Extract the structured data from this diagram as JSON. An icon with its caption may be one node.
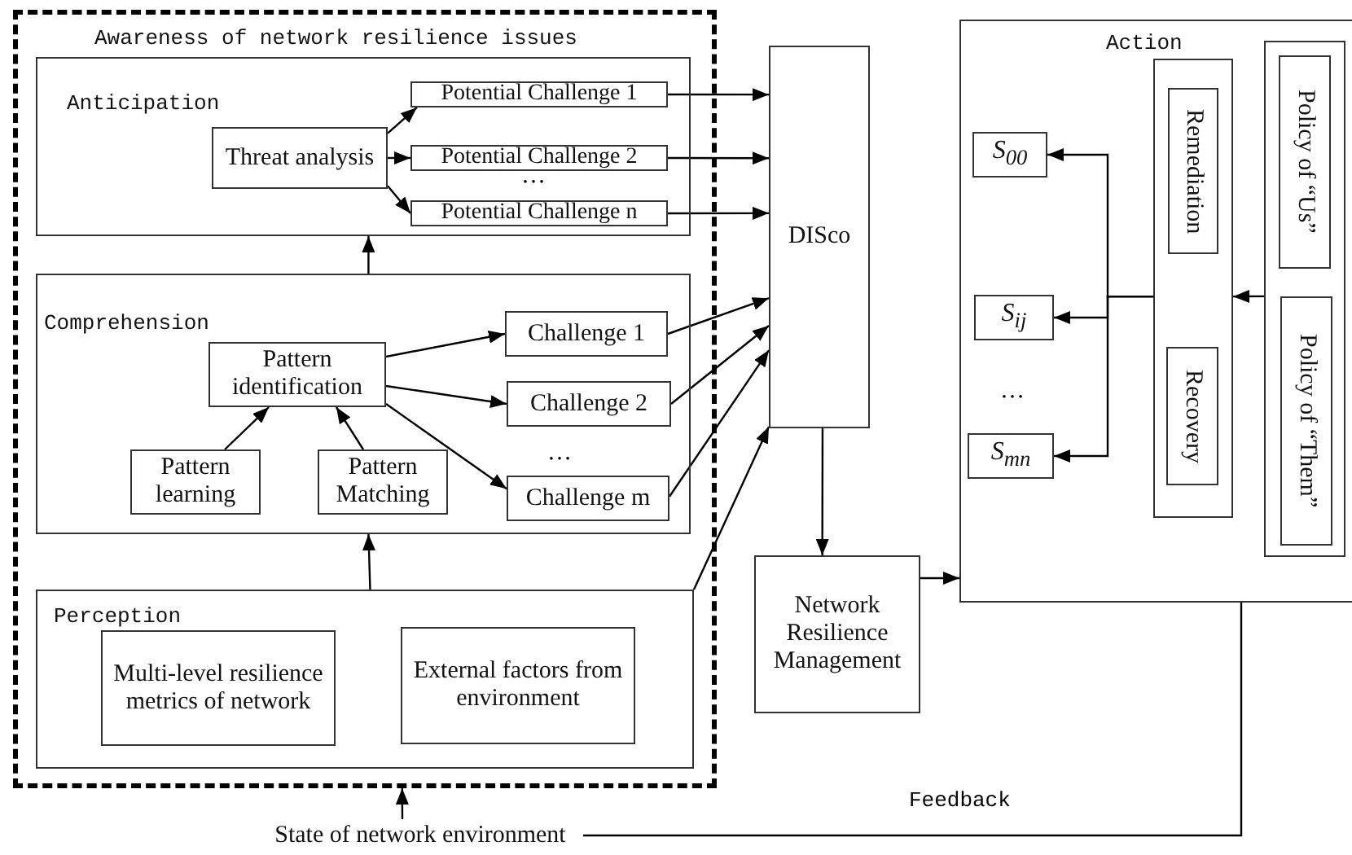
{
  "diagram": {
    "nodes": [
      {
        "text": [
          "Awareness of network resilience issues"
        ]
      },
      {
        "text": [
          "Anticipation"
        ],
        "in": 0
      },
      {
        "text": [
          "Threat analysis"
        ],
        "in": 1
      },
      {
        "text": [
          "Potential Challenge 1"
        ],
        "in": 1
      },
      {
        "text": [
          "Potential Challenge 2"
        ],
        "in": 1
      },
      {
        "text": [
          "Potential Challenge n"
        ],
        "in": 1
      },
      {
        "text": [
          "Comprehension"
        ],
        "in": 0
      },
      {
        "text": [
          "Pattern identification"
        ],
        "in": 6
      },
      {
        "text": [
          "Pattern learning"
        ],
        "in": 6
      },
      {
        "text": [
          "Pattern Matching"
        ],
        "in": 6
      },
      {
        "text": [
          "Challenge 1"
        ],
        "in": 6
      },
      {
        "text": [
          "Challenge 2"
        ],
        "in": 6
      },
      {
        "text": [
          "Challenge m"
        ],
        "in": 6
      },
      {
        "text": [
          "Perception"
        ],
        "in": 0
      },
      {
        "text": [
          "Multi-level resilience metrics of network"
        ],
        "in": 13
      },
      {
        "text": [
          "External factors from environment"
        ],
        "in": 13
      },
      {
        "text": [
          "DISco"
        ]
      },
      {
        "text": [
          "Network Resilience Management"
        ]
      },
      {
        "text": [
          "Action"
        ]
      },
      {
        "text": [
          "S$_{00}$"
        ],
        "in": 18
      },
      {
        "text": [
          "S$_{ij}$"
        ],
        "in": 18
      },
      {
        "text": [
          "S$_{mn}$"
        ],
        "in": 18
      },
      {
        "text": [],
        "shape": "box",
        "in": 18
      },
      {
        "text": [
          "Remediation"
        ],
        "in": 22
      },
      {
        "text": [
          "Recovery"
        ],
        "in": 22
      },
      {
        "text": [],
        "shape": "box",
        "in": 18
      },
      {
        "text": [
          "Policy of “Us”"
        ],
        "in": 25
      },
      {
        "text": [
          "Policy of “Them”"
        ],
        "in": 25
      },
      {
        "text": [
          "State of network environment"
        ]
      }
    ],
    "edges": [
      {
        "from": 2,
        "to": 3,
        "arrow": "to"
      },
      {
        "from": 2,
        "to": 4,
        "arrow": "to"
      },
      {
        "from": 2,
        "to": 5,
        "arrow": "to"
      },
      {
        "from": 3,
        "to": 16,
        "arrow": "to"
      },
      {
        "from": 4,
        "to": 16,
        "arrow": "to"
      },
      {
        "from": 5,
        "to": 16,
        "arrow": "to"
      },
      {
        "from": 8,
        "to": 7,
        "arrow": "to"
      },
      {
        "from": 9,
        "to": 7,
        "arrow": "to"
      },
      {
        "from": 7,
        "to": 10,
        "arrow": "to"
      },
      {
        "from": 7,
        "to": 11,
        "arrow": "to"
      },
      {
        "from": 7,
        "to": 12,
        "arrow": "to"
      },
      {
        "from": 10,
        "to": 16,
        "arrow": "to"
      },
      {
        "from": 11,
        "to": 16,
        "arrow": "to"
      },
      {
        "from": 12,
        "to": 16,
        "arrow": "to"
      },
      {
        "from": 13,
        "to": 16,
        "arrow": "to"
      },
      {
        "from": 13,
        "to": 6,
        "arrow": "to"
      },
      {
        "from": 6,
        "to": 1,
        "arrow": "to"
      },
      {
        "from": 16,
        "to": 17,
        "arrow": "to"
      },
      {
        "from": 17,
        "to": 18,
        "arrow": "to"
      },
      {
        "from": 25,
        "to": 22,
        "arrow": "to"
      },
      {
        "from": 22,
        "to": 19,
        "arrow": "to"
      },
      {
        "from": 22,
        "to": 20,
        "arrow": "to"
      },
      {
        "from": 22,
        "to": 21,
        "arrow": "to"
      },
      {
        "from": 18,
        "to": 28,
        "arrow": "none",
        "label": "Feedback"
      },
      {
        "from": 28,
        "to": 0,
        "arrow": "to"
      }
    ],
    "labels": [
      "…",
      "…",
      "…"
    ]
  }
}
